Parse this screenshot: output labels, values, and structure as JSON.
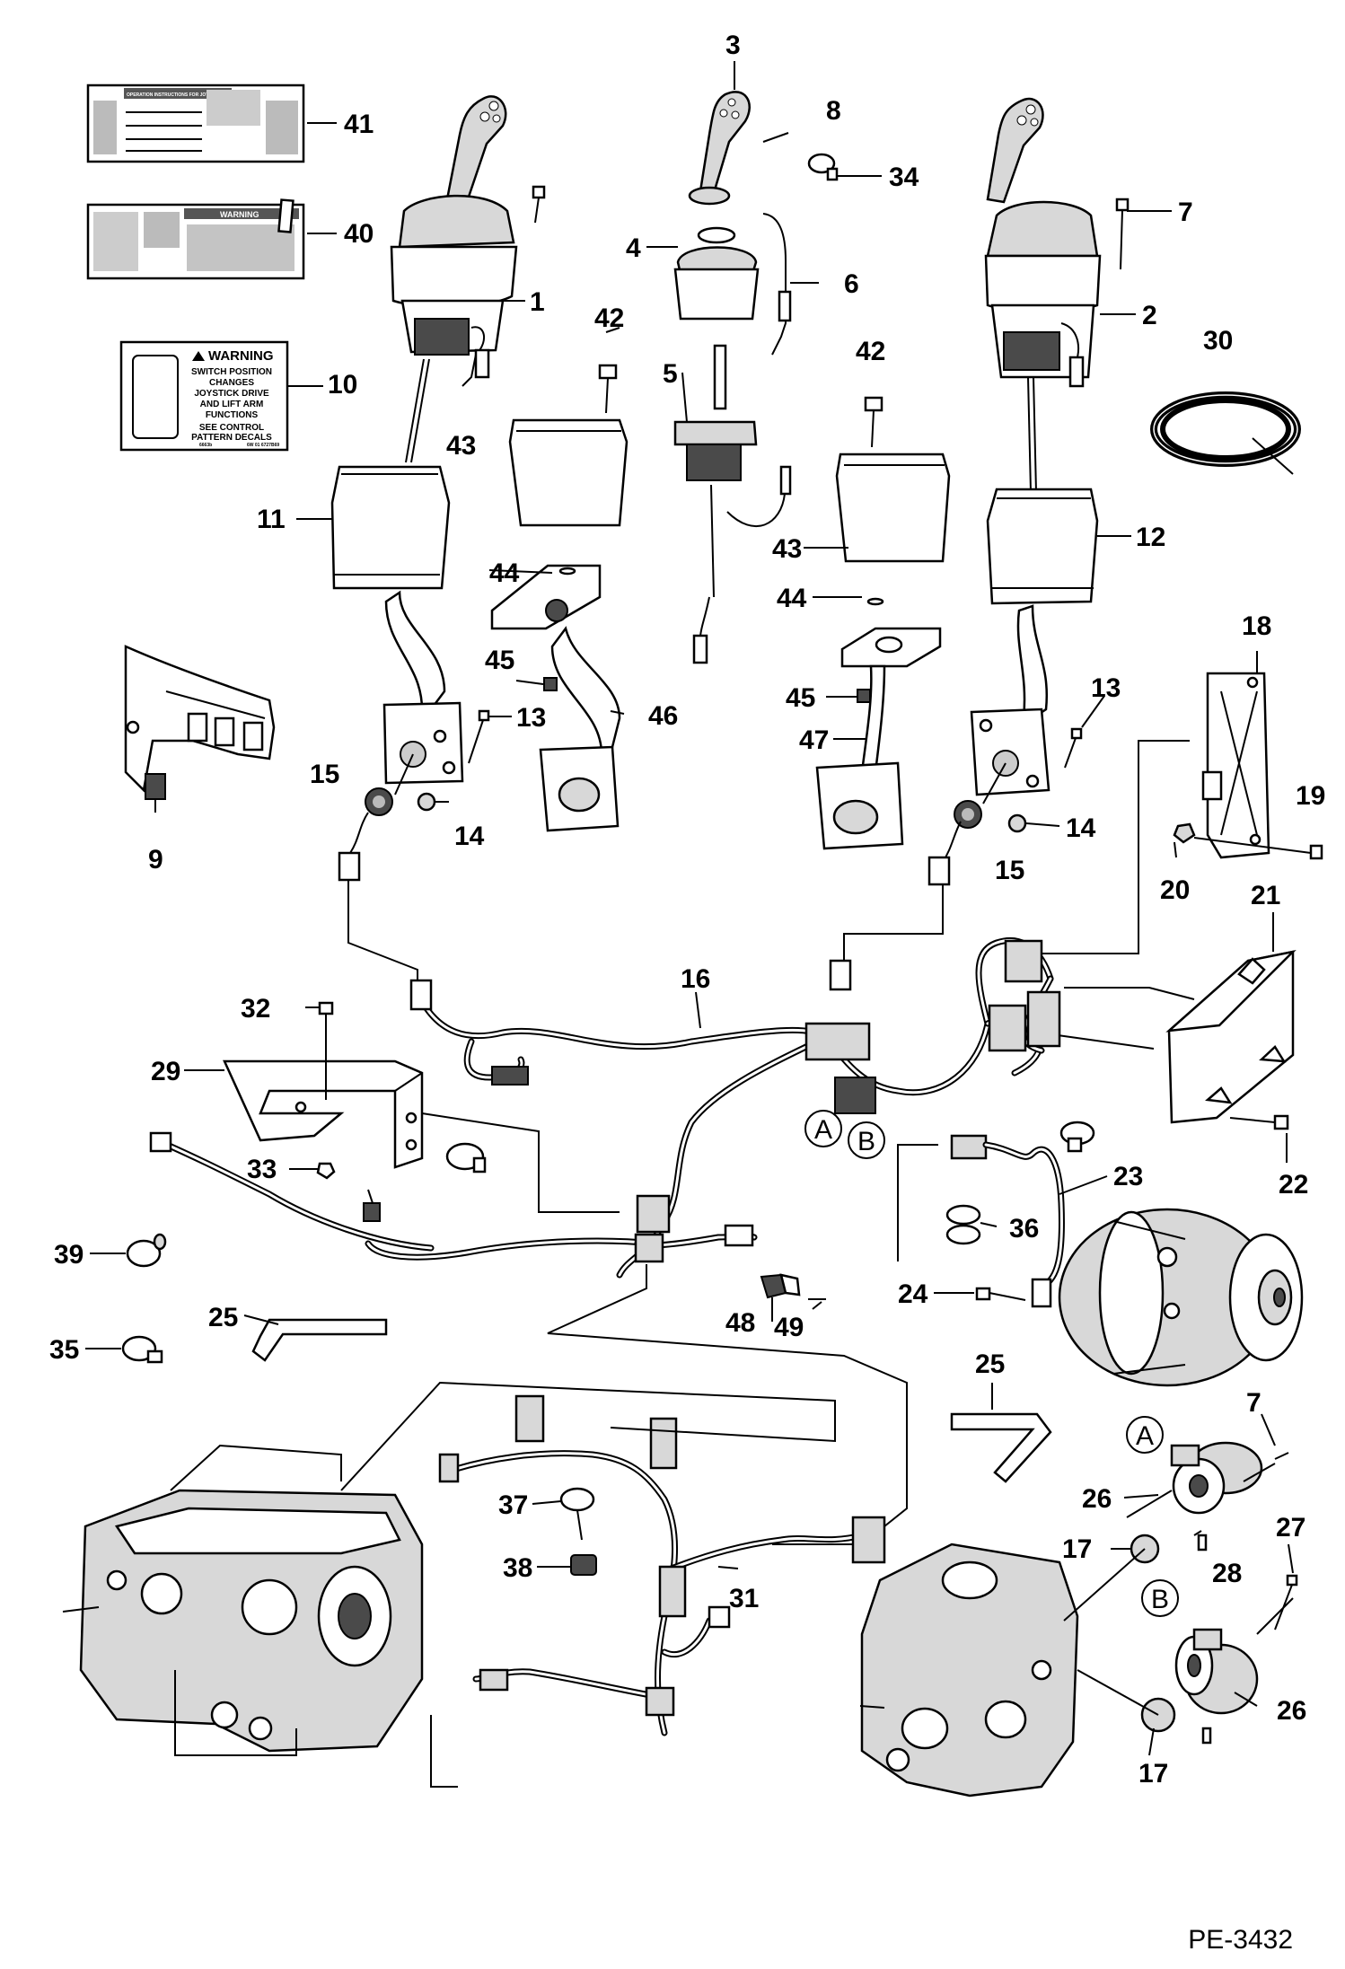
{
  "callouts": [
    "1",
    "2",
    "3",
    "4",
    "5",
    "6",
    "7",
    "7",
    "8",
    "9",
    "10",
    "11",
    "12",
    "13",
    "13",
    "14",
    "14",
    "15",
    "15",
    "16",
    "17",
    "17",
    "18",
    "19",
    "20",
    "21",
    "22",
    "23",
    "24",
    "25",
    "25",
    "26",
    "26",
    "27",
    "28",
    "29",
    "30",
    "31",
    "32",
    "33",
    "34",
    "35",
    "36",
    "37",
    "38",
    "39",
    "40",
    "41",
    "42",
    "42",
    "43",
    "43",
    "44",
    "44",
    "45",
    "45",
    "46",
    "47",
    "48",
    "49"
  ],
  "circle_refs": [
    "A",
    "B",
    "A",
    "B"
  ],
  "warning_decal": {
    "header": "WARNING",
    "lines": [
      "SWITCH POSITION",
      "CHANGES",
      "JOYSTICK DRIVE",
      "AND LIFT ARM",
      "FUNCTIONS",
      "SEE CONTROL",
      "PATTERN DECALS"
    ],
    "footer_left": "6663b",
    "footer_right": "6W 01 6727B69"
  },
  "decal_40": {
    "header": "WARNING"
  },
  "decal_41": {
    "header": "OPERATION INSTRUCTIONS FOR JOYSTICK CONTROLS"
  },
  "figure_id": "PE-3432"
}
